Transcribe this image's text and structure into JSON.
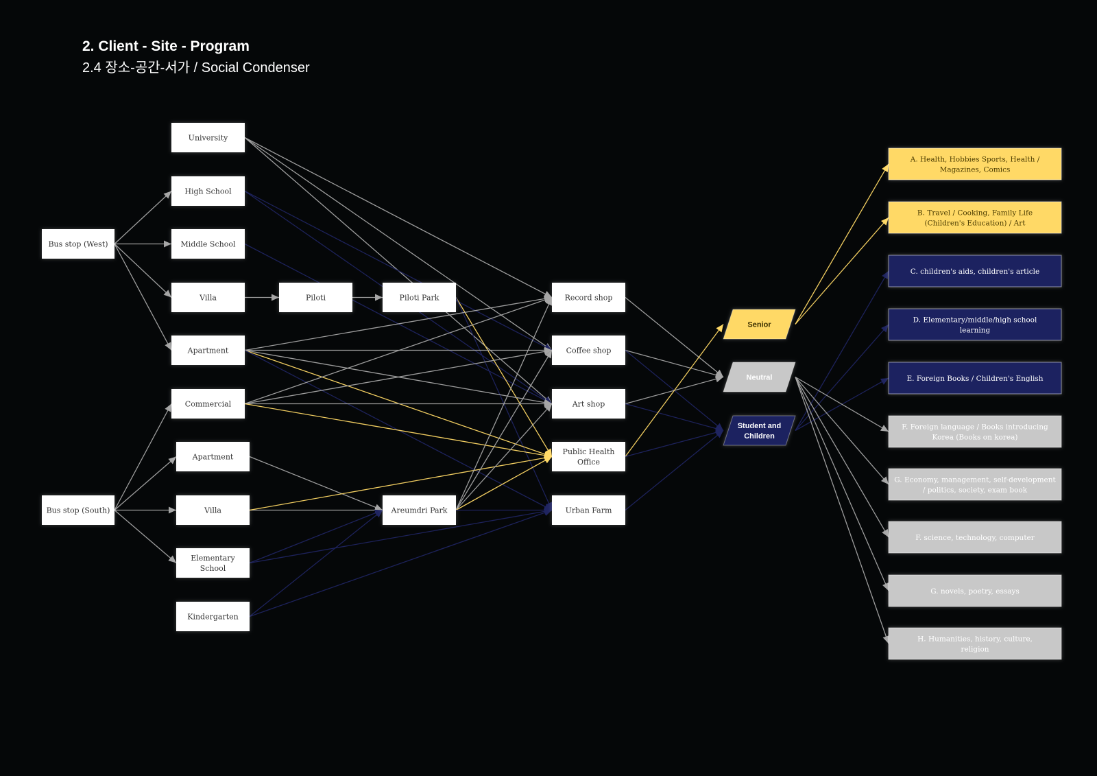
{
  "header": {
    "title": "2. Client - Site - Program",
    "subtitle": "2.4 장소-공간-서가  / Social Condenser"
  },
  "colors": {
    "background": "#050708",
    "white_node": "#ffffff",
    "gray": "#a6a6a6",
    "navy": "#1f2460",
    "yellow": "#ffd966",
    "light_gray_node": "#c8c8c8"
  },
  "nodes": [
    {
      "id": "bus_west",
      "label": "Bus stop (West)"
    },
    {
      "id": "bus_south",
      "label": "Bus stop (South)"
    },
    {
      "id": "university",
      "label": "University"
    },
    {
      "id": "high_school",
      "label": "High School"
    },
    {
      "id": "middle_school",
      "label": "Middle School"
    },
    {
      "id": "villa_w",
      "label": "Villa"
    },
    {
      "id": "apartment_w",
      "label": "Apartment"
    },
    {
      "id": "commercial",
      "label": "Commercial"
    },
    {
      "id": "apartment_s",
      "label": "Apartment"
    },
    {
      "id": "villa_s",
      "label": "Villa"
    },
    {
      "id": "elementary",
      "label": "Elementary School"
    },
    {
      "id": "kindergarten",
      "label": "Kindergarten"
    },
    {
      "id": "piloti",
      "label": "Piloti"
    },
    {
      "id": "piloti_park",
      "label": "Piloti Park"
    },
    {
      "id": "areumdri",
      "label": "Areumdri Park"
    },
    {
      "id": "record",
      "label": "Record shop"
    },
    {
      "id": "coffee",
      "label": "Coffee shop"
    },
    {
      "id": "art",
      "label": "Art shop"
    },
    {
      "id": "health",
      "label": "Public Health Office"
    },
    {
      "id": "farm",
      "label": "Urban Farm"
    }
  ],
  "groups": [
    {
      "id": "senior",
      "label": "Senior",
      "color": "yellow"
    },
    {
      "id": "neutral",
      "label": "Neutral",
      "color": "gray"
    },
    {
      "id": "student",
      "label": "Student and Children",
      "color": "navy"
    }
  ],
  "categories": [
    {
      "id": "A",
      "label": "A. Health, Hobbies Sports, Health / Magazines, Comics",
      "color": "yellow"
    },
    {
      "id": "B",
      "label": "B. Travel / Cooking, Family Life (Children's Education) / Art",
      "color": "yellow"
    },
    {
      "id": "C",
      "label": "C. children's aids, children's article",
      "color": "navy"
    },
    {
      "id": "D",
      "label": "D. Elementary/middle/high school learning",
      "color": "navy"
    },
    {
      "id": "E",
      "label": "E. Foreign Books / Children's English",
      "color": "navy"
    },
    {
      "id": "F1",
      "label": "F. Foreign language / Books introducing Korea (Books on korea)",
      "color": "gray"
    },
    {
      "id": "G1",
      "label": "G. Economy, management, self-development / politics, society, exam book",
      "color": "gray"
    },
    {
      "id": "F2",
      "label": "F. science, technology, computer",
      "color": "gray"
    },
    {
      "id": "G2",
      "label": "G. novels, poetry, essays",
      "color": "gray"
    },
    {
      "id": "H",
      "label": "H. Humanities, history, culture, religion",
      "color": "gray"
    }
  ],
  "edges": [
    {
      "from": "bus_west",
      "to": "high_school",
      "color": "gray"
    },
    {
      "from": "bus_west",
      "to": "middle_school",
      "color": "gray"
    },
    {
      "from": "bus_west",
      "to": "villa_w",
      "color": "gray"
    },
    {
      "from": "bus_west",
      "to": "apartment_w",
      "color": "gray"
    },
    {
      "from": "bus_south",
      "to": "commercial",
      "color": "gray"
    },
    {
      "from": "bus_south",
      "to": "apartment_s",
      "color": "gray"
    },
    {
      "from": "bus_south",
      "to": "villa_s",
      "color": "gray"
    },
    {
      "from": "bus_south",
      "to": "elementary",
      "color": "gray"
    },
    {
      "from": "villa_w",
      "to": "piloti",
      "color": "gray"
    },
    {
      "from": "piloti",
      "to": "piloti_park",
      "color": "gray"
    },
    {
      "from": "university",
      "to": "record",
      "color": "gray"
    },
    {
      "from": "university",
      "to": "coffee",
      "color": "gray"
    },
    {
      "from": "university",
      "to": "art",
      "color": "gray"
    },
    {
      "from": "high_school",
      "to": "coffee",
      "color": "navy"
    },
    {
      "from": "high_school",
      "to": "art",
      "color": "navy"
    },
    {
      "from": "middle_school",
      "to": "art",
      "color": "navy"
    },
    {
      "from": "piloti_park",
      "to": "health",
      "color": "yellow"
    },
    {
      "from": "piloti_park",
      "to": "farm",
      "color": "navy"
    },
    {
      "from": "apartment_w",
      "to": "record",
      "color": "gray"
    },
    {
      "from": "apartment_w",
      "to": "coffee",
      "color": "gray"
    },
    {
      "from": "apartment_w",
      "to": "art",
      "color": "gray"
    },
    {
      "from": "apartment_w",
      "to": "health",
      "color": "yellow"
    },
    {
      "from": "apartment_w",
      "to": "farm",
      "color": "navy"
    },
    {
      "from": "commercial",
      "to": "record",
      "color": "gray"
    },
    {
      "from": "commercial",
      "to": "coffee",
      "color": "gray"
    },
    {
      "from": "commercial",
      "to": "art",
      "color": "gray"
    },
    {
      "from": "commercial",
      "to": "health",
      "color": "yellow"
    },
    {
      "from": "apartment_s",
      "to": "areumdri",
      "color": "gray"
    },
    {
      "from": "villa_s",
      "to": "areumdri",
      "color": "gray"
    },
    {
      "from": "villa_s",
      "to": "health",
      "color": "yellow"
    },
    {
      "from": "elementary",
      "to": "areumdri",
      "color": "navy"
    },
    {
      "from": "elementary",
      "to": "farm",
      "color": "navy"
    },
    {
      "from": "kindergarten",
      "to": "areumdri",
      "color": "navy"
    },
    {
      "from": "kindergarten",
      "to": "farm",
      "color": "navy"
    },
    {
      "from": "areumdri",
      "to": "record",
      "color": "gray"
    },
    {
      "from": "areumdri",
      "to": "coffee",
      "color": "gray"
    },
    {
      "from": "areumdri",
      "to": "art",
      "color": "gray"
    },
    {
      "from": "areumdri",
      "to": "health",
      "color": "yellow"
    },
    {
      "from": "areumdri",
      "to": "farm",
      "color": "navy"
    },
    {
      "from": "record",
      "to": "neutral",
      "color": "gray"
    },
    {
      "from": "coffee",
      "to": "neutral",
      "color": "gray"
    },
    {
      "from": "coffee",
      "to": "student",
      "color": "navy"
    },
    {
      "from": "art",
      "to": "neutral",
      "color": "gray"
    },
    {
      "from": "art",
      "to": "student",
      "color": "navy"
    },
    {
      "from": "health",
      "to": "senior",
      "color": "yellow"
    },
    {
      "from": "health",
      "to": "student",
      "color": "navy"
    },
    {
      "from": "farm",
      "to": "student",
      "color": "navy"
    },
    {
      "from": "senior",
      "to": "A",
      "color": "yellow"
    },
    {
      "from": "senior",
      "to": "B",
      "color": "yellow"
    },
    {
      "from": "student",
      "to": "C",
      "color": "navy"
    },
    {
      "from": "student",
      "to": "D",
      "color": "navy"
    },
    {
      "from": "student",
      "to": "E",
      "color": "navy"
    },
    {
      "from": "neutral",
      "to": "F1",
      "color": "gray"
    },
    {
      "from": "neutral",
      "to": "G1",
      "color": "gray"
    },
    {
      "from": "neutral",
      "to": "F2",
      "color": "gray"
    },
    {
      "from": "neutral",
      "to": "G2",
      "color": "gray"
    },
    {
      "from": "neutral",
      "to": "H",
      "color": "gray"
    }
  ]
}
